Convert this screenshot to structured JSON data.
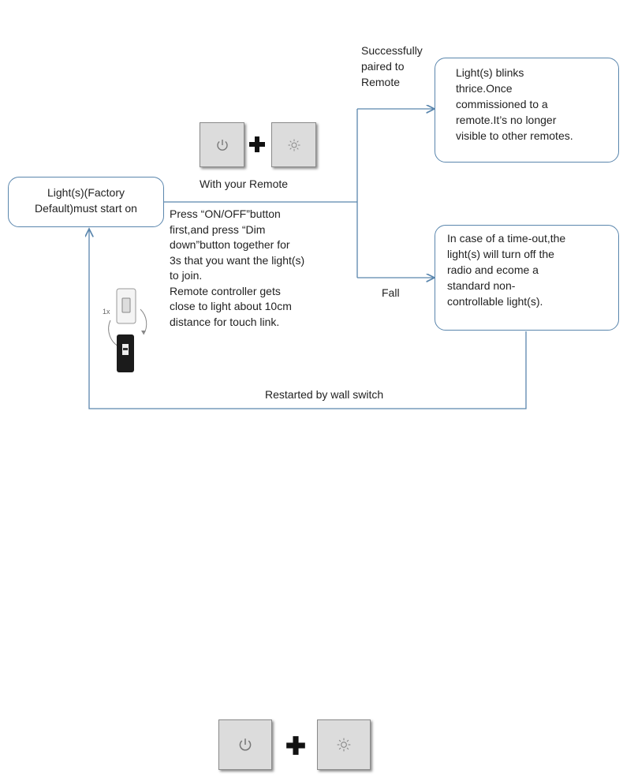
{
  "nodes": {
    "start": "Light(s)(Factory\nDefault)must start  on",
    "success": "Light(s) blinks\nthrice.Once\ncommissioned to a\nremote.It’s  no longer\nvisible to other  remotes.",
    "fail": "In case of a time-out,the\nlight(s) will turn off the\nradio and ecome a\nstandard non-\ncontrollable light(s)."
  },
  "labels": {
    "paired": "Successfully\npaired to\nRemote",
    "with_remote": "With your Remote",
    "instructions": "Press  “ON/OFF”button\nfirst,and  press “Dim\ndown”button together  for\n3s that you want the  light(s)\nto join.\nRemote  controller gets\nclose to light about 10cm\ndistance for touch link.",
    "fall": "Fall",
    "restart": "Restarted by wall switch",
    "remote_times": "1x"
  },
  "icons": {
    "power": "power-icon",
    "dim": "dim-down-icon",
    "plus": "plus-icon",
    "remote_touch": "remote-touch-link-icon"
  },
  "colors": {
    "line": "#5a86ad",
    "button_face": "#dcdcdc"
  }
}
